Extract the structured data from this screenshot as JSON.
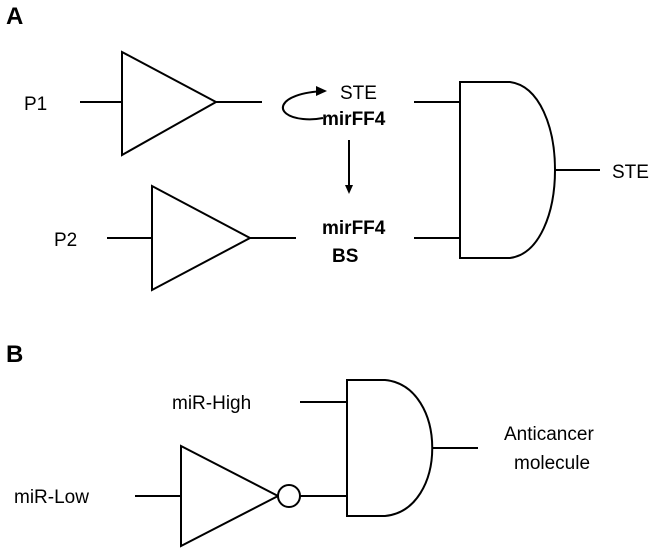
{
  "panel_a": {
    "label": "A",
    "input_1": "P1",
    "input_2": "P2",
    "ste_label": "STE",
    "mirff4_label": "mirFF4",
    "mirff4_bs_line1": "mirFF4",
    "mirff4_bs_line2": "BS",
    "output": "STE"
  },
  "panel_b": {
    "label": "B",
    "input_high": "miR-High",
    "input_low": "miR-Low",
    "output_line1": "Anticancer",
    "output_line2": "molecule"
  }
}
